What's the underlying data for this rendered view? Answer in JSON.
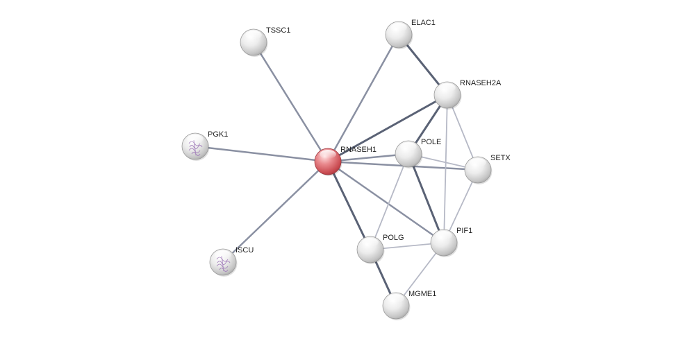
{
  "colors": {
    "query_node": "#d9656b",
    "default_node": "#e6e6e6",
    "edge_strong": "#5a6275",
    "edge_medium": "#8a90a2",
    "edge_weak": "#b6b9c6",
    "structure_glyph": "#a07ab8"
  },
  "nodes": [
    {
      "id": "RNASEH1",
      "label": "RNASEH1",
      "query": true,
      "structure": false
    },
    {
      "id": "TSSC1",
      "label": "TSSC1",
      "query": false,
      "structure": false
    },
    {
      "id": "ELAC1",
      "label": "ELAC1",
      "query": false,
      "structure": false
    },
    {
      "id": "RNASEH2A",
      "label": "RNASEH2A",
      "query": false,
      "structure": false
    },
    {
      "id": "POLE",
      "label": "POLE",
      "query": false,
      "structure": false
    },
    {
      "id": "SETX",
      "label": "SETX",
      "query": false,
      "structure": false
    },
    {
      "id": "PGK1",
      "label": "PGK1",
      "query": false,
      "structure": true
    },
    {
      "id": "ISCU",
      "label": "ISCU",
      "query": false,
      "structure": true
    },
    {
      "id": "POLG",
      "label": "POLG",
      "query": false,
      "structure": false
    },
    {
      "id": "PIF1",
      "label": "PIF1",
      "query": false,
      "structure": false
    },
    {
      "id": "MGME1",
      "label": "MGME1",
      "query": false,
      "structure": false
    }
  ],
  "edges": [
    {
      "source": "RNASEH1",
      "target": "TSSC1",
      "strength": "medium"
    },
    {
      "source": "RNASEH1",
      "target": "ELAC1",
      "strength": "medium"
    },
    {
      "source": "RNASEH1",
      "target": "RNASEH2A",
      "strength": "strong"
    },
    {
      "source": "RNASEH1",
      "target": "POLE",
      "strength": "medium"
    },
    {
      "source": "RNASEH1",
      "target": "SETX",
      "strength": "medium"
    },
    {
      "source": "RNASEH1",
      "target": "PGK1",
      "strength": "medium"
    },
    {
      "source": "RNASEH1",
      "target": "ISCU",
      "strength": "medium"
    },
    {
      "source": "RNASEH1",
      "target": "POLG",
      "strength": "strong"
    },
    {
      "source": "RNASEH1",
      "target": "PIF1",
      "strength": "medium"
    },
    {
      "source": "ELAC1",
      "target": "RNASEH2A",
      "strength": "strong"
    },
    {
      "source": "RNASEH2A",
      "target": "POLE",
      "strength": "strong"
    },
    {
      "source": "RNASEH2A",
      "target": "SETX",
      "strength": "weak"
    },
    {
      "source": "RNASEH2A",
      "target": "PIF1",
      "strength": "weak"
    },
    {
      "source": "POLE",
      "target": "SETX",
      "strength": "weak"
    },
    {
      "source": "POLE",
      "target": "PIF1",
      "strength": "strong"
    },
    {
      "source": "POLE",
      "target": "POLG",
      "strength": "weak"
    },
    {
      "source": "SETX",
      "target": "PIF1",
      "strength": "weak"
    },
    {
      "source": "POLG",
      "target": "PIF1",
      "strength": "weak"
    },
    {
      "source": "POLG",
      "target": "MGME1",
      "strength": "strong"
    },
    {
      "source": "PIF1",
      "target": "MGME1",
      "strength": "weak"
    }
  ]
}
